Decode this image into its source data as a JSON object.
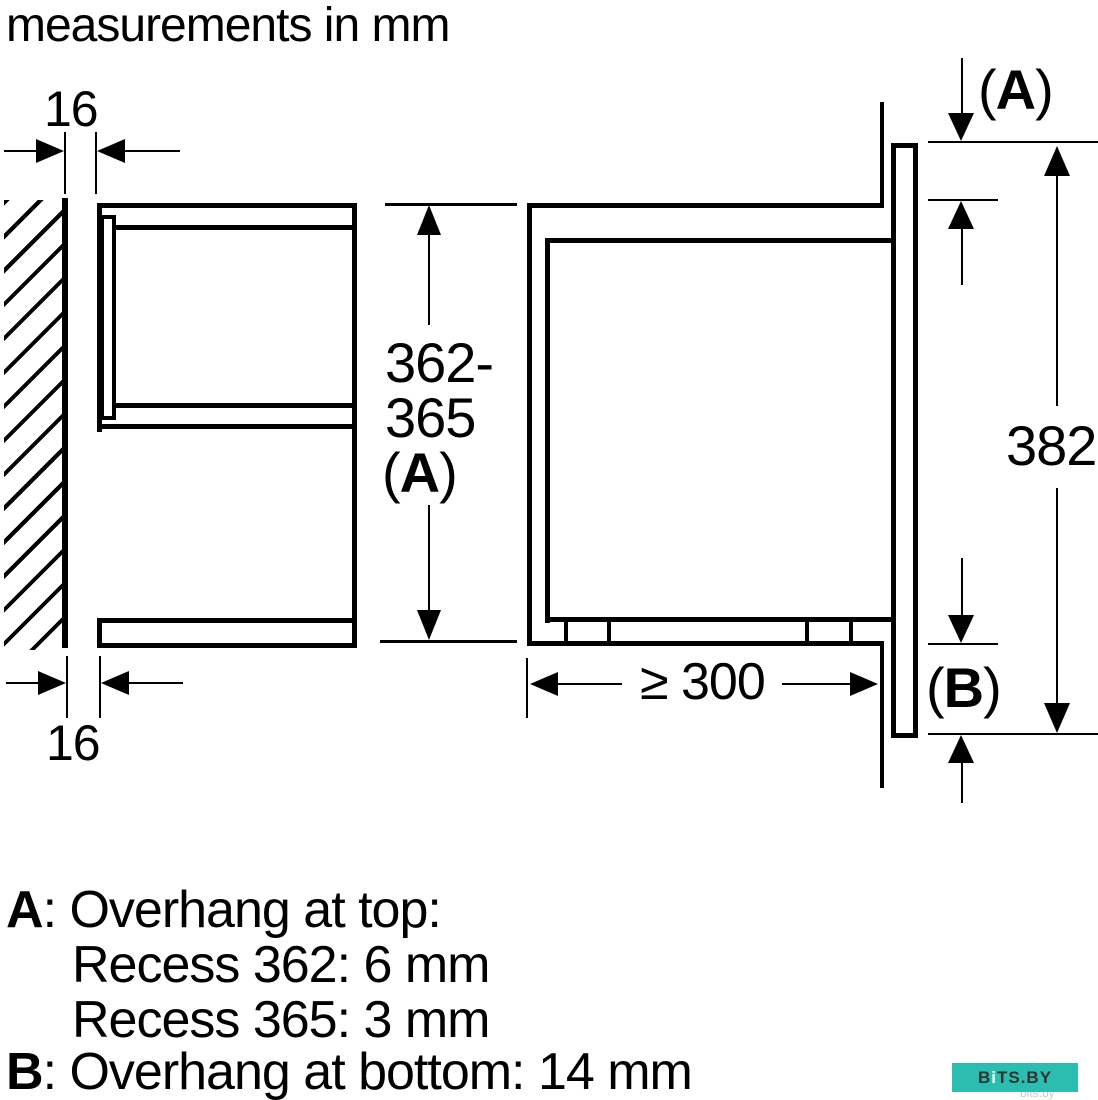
{
  "title": "measurements in mm",
  "dims": {
    "gap_top": "16",
    "gap_bottom": "16",
    "niche_line1": "362-",
    "niche_line2": "365",
    "frame_height": "382",
    "min_depth": "≥ 300"
  },
  "labels": {
    "open": "(",
    "close": ")",
    "a": "A",
    "b": "B"
  },
  "legend": {
    "a_key": "A",
    "a_text": ": Overhang at top:",
    "recess1": "Recess 362: 6 mm",
    "recess2": "Recess 365: 3 mm",
    "b_key": "B",
    "b_text": ": Overhang at bottom: 14 mm"
  },
  "watermark": {
    "p1": "B",
    "p2": "i",
    "p3": "TS.BY",
    "ghost": "bits.by",
    "badge_color": "#2abdb0",
    "text_color": "#333333"
  },
  "colors": {
    "line": "#000000",
    "background": "#ffffff"
  }
}
